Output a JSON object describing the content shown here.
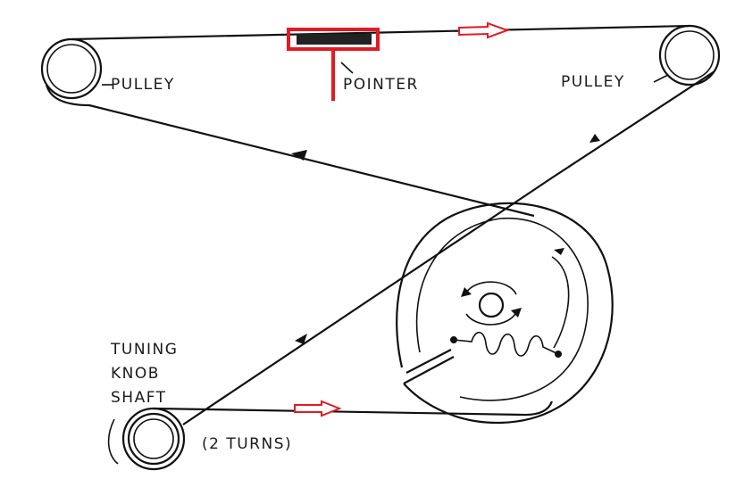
{
  "labels": {
    "pulley_left": "PULLEY",
    "pulley_right": "PULLEY",
    "pointer": "POINTER",
    "tuning_line1": "TUNING",
    "tuning_line2": "KNOB",
    "tuning_line3": "SHAFT",
    "turns": "(2 TURNS)"
  },
  "colors": {
    "line": "#111111",
    "highlight": "#e01b24",
    "background": "#ffffff"
  }
}
